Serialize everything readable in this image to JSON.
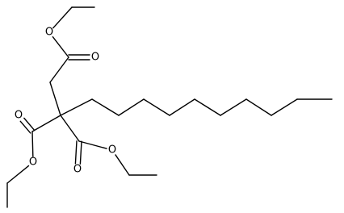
{
  "molecule": {
    "atoms": [
      {
        "id": "c_et1_ch3",
        "element": "C",
        "label": ""
      },
      {
        "id": "c_et1_ch2",
        "element": "C",
        "label": ""
      },
      {
        "id": "o_top_ester",
        "element": "O",
        "label": "O"
      },
      {
        "id": "c_top_co",
        "element": "C",
        "label": ""
      },
      {
        "id": "o_top_keto",
        "element": "O",
        "label": "O"
      },
      {
        "id": "c_ch2",
        "element": "C",
        "label": ""
      },
      {
        "id": "c_quat",
        "element": "C",
        "label": ""
      },
      {
        "id": "c_left_co",
        "element": "C",
        "label": ""
      },
      {
        "id": "o_left_keto",
        "element": "O",
        "label": "O"
      },
      {
        "id": "o_left_ester",
        "element": "O",
        "label": "O"
      },
      {
        "id": "c_et2_ch2",
        "element": "C",
        "label": ""
      },
      {
        "id": "c_et2_ch3",
        "element": "C",
        "label": ""
      },
      {
        "id": "c_mid_co",
        "element": "C",
        "label": ""
      },
      {
        "id": "o_mid_keto",
        "element": "O",
        "label": "O"
      },
      {
        "id": "o_mid_ester",
        "element": "O",
        "label": "O"
      },
      {
        "id": "c_et3_ch2",
        "element": "C",
        "label": ""
      },
      {
        "id": "c_et3_ch3",
        "element": "C",
        "label": ""
      },
      {
        "id": "c_dec1",
        "element": "C",
        "label": ""
      },
      {
        "id": "c_dec2",
        "element": "C",
        "label": ""
      },
      {
        "id": "c_dec3",
        "element": "C",
        "label": ""
      },
      {
        "id": "c_dec4",
        "element": "C",
        "label": ""
      },
      {
        "id": "c_dec5",
        "element": "C",
        "label": ""
      },
      {
        "id": "c_dec6",
        "element": "C",
        "label": ""
      },
      {
        "id": "c_dec7",
        "element": "C",
        "label": ""
      },
      {
        "id": "c_dec8",
        "element": "C",
        "label": ""
      },
      {
        "id": "c_dec9",
        "element": "C",
        "label": ""
      },
      {
        "id": "c_dec10",
        "element": "C",
        "label": ""
      }
    ],
    "bonds": [
      {
        "from": "c_et1_ch3",
        "to": "c_et1_ch2",
        "order": 1
      },
      {
        "from": "c_et1_ch2",
        "to": "o_top_ester",
        "order": 1
      },
      {
        "from": "o_top_ester",
        "to": "c_top_co",
        "order": 1
      },
      {
        "from": "c_top_co",
        "to": "o_top_keto",
        "order": 2
      },
      {
        "from": "c_top_co",
        "to": "c_ch2",
        "order": 1
      },
      {
        "from": "c_ch2",
        "to": "c_quat",
        "order": 1
      },
      {
        "from": "c_quat",
        "to": "c_left_co",
        "order": 1
      },
      {
        "from": "c_left_co",
        "to": "o_left_keto",
        "order": 2
      },
      {
        "from": "c_left_co",
        "to": "o_left_ester",
        "order": 1
      },
      {
        "from": "o_left_ester",
        "to": "c_et2_ch2",
        "order": 1
      },
      {
        "from": "c_et2_ch2",
        "to": "c_et2_ch3",
        "order": 1
      },
      {
        "from": "c_quat",
        "to": "c_mid_co",
        "order": 1
      },
      {
        "from": "c_mid_co",
        "to": "o_mid_keto",
        "order": 2
      },
      {
        "from": "c_mid_co",
        "to": "o_mid_ester",
        "order": 1
      },
      {
        "from": "o_mid_ester",
        "to": "c_et3_ch2",
        "order": 1
      },
      {
        "from": "c_et3_ch2",
        "to": "c_et3_ch3",
        "order": 1
      },
      {
        "from": "c_quat",
        "to": "c_dec1",
        "order": 1
      },
      {
        "from": "c_dec1",
        "to": "c_dec2",
        "order": 1
      },
      {
        "from": "c_dec2",
        "to": "c_dec3",
        "order": 1
      },
      {
        "from": "c_dec3",
        "to": "c_dec4",
        "order": 1
      },
      {
        "from": "c_dec4",
        "to": "c_dec5",
        "order": 1
      },
      {
        "from": "c_dec5",
        "to": "c_dec6",
        "order": 1
      },
      {
        "from": "c_dec6",
        "to": "c_dec7",
        "order": 1
      },
      {
        "from": "c_dec7",
        "to": "c_dec8",
        "order": 1
      },
      {
        "from": "c_dec8",
        "to": "c_dec9",
        "order": 1
      },
      {
        "from": "c_dec9",
        "to": "c_dec10",
        "order": 1
      }
    ],
    "colors": {
      "bond": "#000000",
      "label": "#000000",
      "background": "#ffffff"
    }
  }
}
